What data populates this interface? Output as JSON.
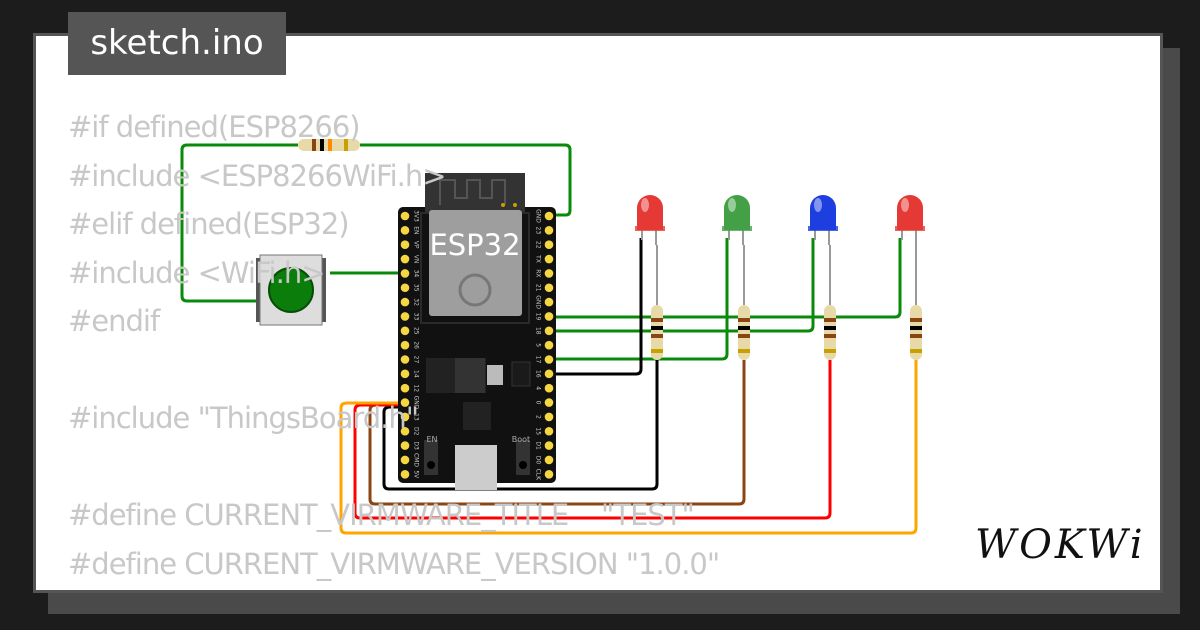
{
  "file_tab": "sketch.ino",
  "code_lines": [
    "#if defined(ESP8266)",
    "#include <ESP8266WiFi.h>",
    "#elif defined(ESP32)",
    "#include <WiFi.h>",
    "#endif",
    "",
    "#include \"ThingsBoard.h\"",
    "",
    "#define CURRENT_VIRMWARE_TITLE    \"TEST\"",
    "#define CURRENT_VIRMWARE_VERSION \"1.0.0\""
  ],
  "board": {
    "label": "ESP32",
    "left_pins": [
      "3V3",
      "EN",
      "VP",
      "VN",
      "34",
      "35",
      "32",
      "33",
      "25",
      "26",
      "27",
      "14",
      "12",
      "GND",
      "13",
      "D2",
      "D3",
      "CMD",
      "5V"
    ],
    "right_pins": [
      "GND",
      "23",
      "22",
      "TX",
      "RX",
      "21",
      "GND",
      "19",
      "18",
      "5",
      "17",
      "16",
      "4",
      "0",
      "2",
      "15",
      "D1",
      "D0",
      "CLK"
    ],
    "en_label": "EN",
    "boot_label": "Boot"
  },
  "leds": [
    {
      "color": "#e53935"
    },
    {
      "color": "#43a047"
    },
    {
      "color": "#1e3fe0"
    },
    {
      "color": "#e53935"
    }
  ],
  "wire_colors": {
    "green": "#0a8a0a",
    "black": "#000000",
    "brown": "#8b4513",
    "red": "#ff0000",
    "orange": "#ffa500"
  },
  "logo": "WOKWi"
}
